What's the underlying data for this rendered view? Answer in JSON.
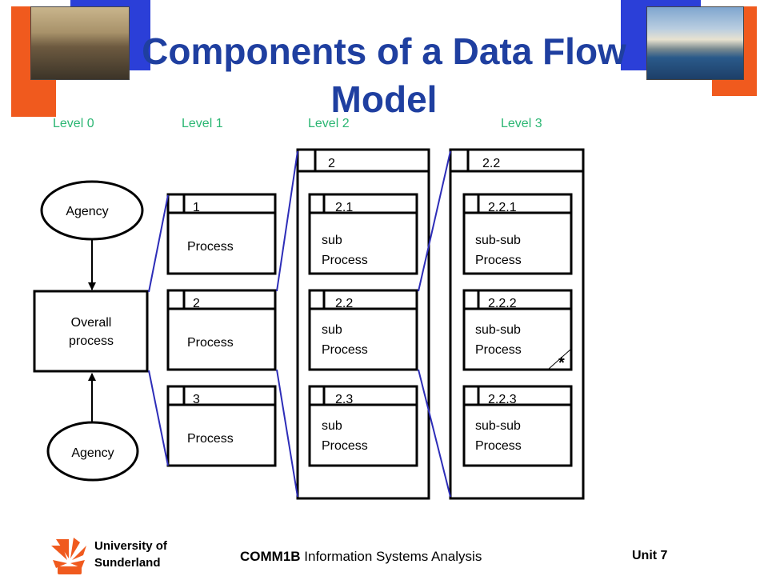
{
  "slide": {
    "title_line1": "Components of a Data Flow",
    "title_line2": "Model"
  },
  "levels": [
    "Level 0",
    "Level 1",
    "Level 2",
    "Level 3"
  ],
  "level0": {
    "agency_top": "Agency",
    "agency_bottom": "Agency",
    "overall_line1": "Overall",
    "overall_line2": "process"
  },
  "level1": {
    "processes": [
      {
        "id": "1",
        "line1": "Process"
      },
      {
        "id": "2",
        "line1": "Process"
      },
      {
        "id": "3",
        "line1": "Process"
      }
    ]
  },
  "level2": {
    "frame_id": "2",
    "processes": [
      {
        "id": "2.1",
        "line1": "sub",
        "line2": "Process"
      },
      {
        "id": "2.2",
        "line1": "sub",
        "line2": "Process"
      },
      {
        "id": "2.3",
        "line1": "sub",
        "line2": "Process"
      }
    ]
  },
  "level3": {
    "frame_id": "2.2",
    "processes": [
      {
        "id": "2.2.1",
        "line1": "sub-sub",
        "line2": "Process"
      },
      {
        "id": "2.2.2",
        "line1": "sub-sub",
        "line2": "Process",
        "marker": "*"
      },
      {
        "id": "2.2.3",
        "line1": "sub-sub",
        "line2": "Process"
      }
    ]
  },
  "footer": {
    "university_line1": "University of",
    "university_line2": "Sunderland",
    "course_code": "COMM1B",
    "course_name": " Information Systems Analysis",
    "unit": "Unit 7"
  },
  "colors": {
    "title": "#1f3fa0",
    "levels": "#2bb673",
    "connector": "#2d2db8",
    "accent_blue": "#2b3fd8",
    "accent_orange": "#f05a1e"
  }
}
